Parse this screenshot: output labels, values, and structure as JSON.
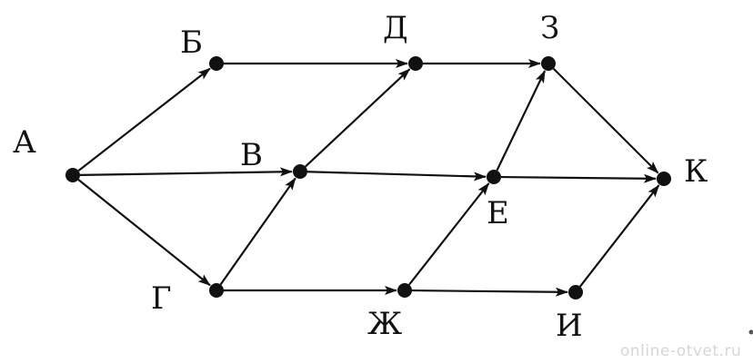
{
  "nodes": [
    {
      "id": "A",
      "label": "А"
    },
    {
      "id": "B",
      "label": "Б"
    },
    {
      "id": "V",
      "label": "В"
    },
    {
      "id": "G",
      "label": "Г"
    },
    {
      "id": "D",
      "label": "Д"
    },
    {
      "id": "E",
      "label": "Е"
    },
    {
      "id": "Zh",
      "label": "Ж"
    },
    {
      "id": "Z",
      "label": "З"
    },
    {
      "id": "I",
      "label": "И"
    },
    {
      "id": "K",
      "label": "К"
    }
  ],
  "edges": [
    {
      "from": "A",
      "to": "B"
    },
    {
      "from": "A",
      "to": "V"
    },
    {
      "from": "A",
      "to": "G"
    },
    {
      "from": "B",
      "to": "D"
    },
    {
      "from": "V",
      "to": "D"
    },
    {
      "from": "V",
      "to": "E"
    },
    {
      "from": "G",
      "to": "V"
    },
    {
      "from": "G",
      "to": "Zh"
    },
    {
      "from": "D",
      "to": "Z"
    },
    {
      "from": "E",
      "to": "Z"
    },
    {
      "from": "E",
      "to": "K"
    },
    {
      "from": "Zh",
      "to": "E"
    },
    {
      "from": "Zh",
      "to": "I"
    },
    {
      "from": "Z",
      "to": "K"
    },
    {
      "from": "I",
      "to": "K"
    }
  ],
  "watermark": "online-otvet.ru",
  "colors": {
    "ink": "#111111",
    "watermark": "#d6d6d6",
    "background": "#ffffff"
  }
}
